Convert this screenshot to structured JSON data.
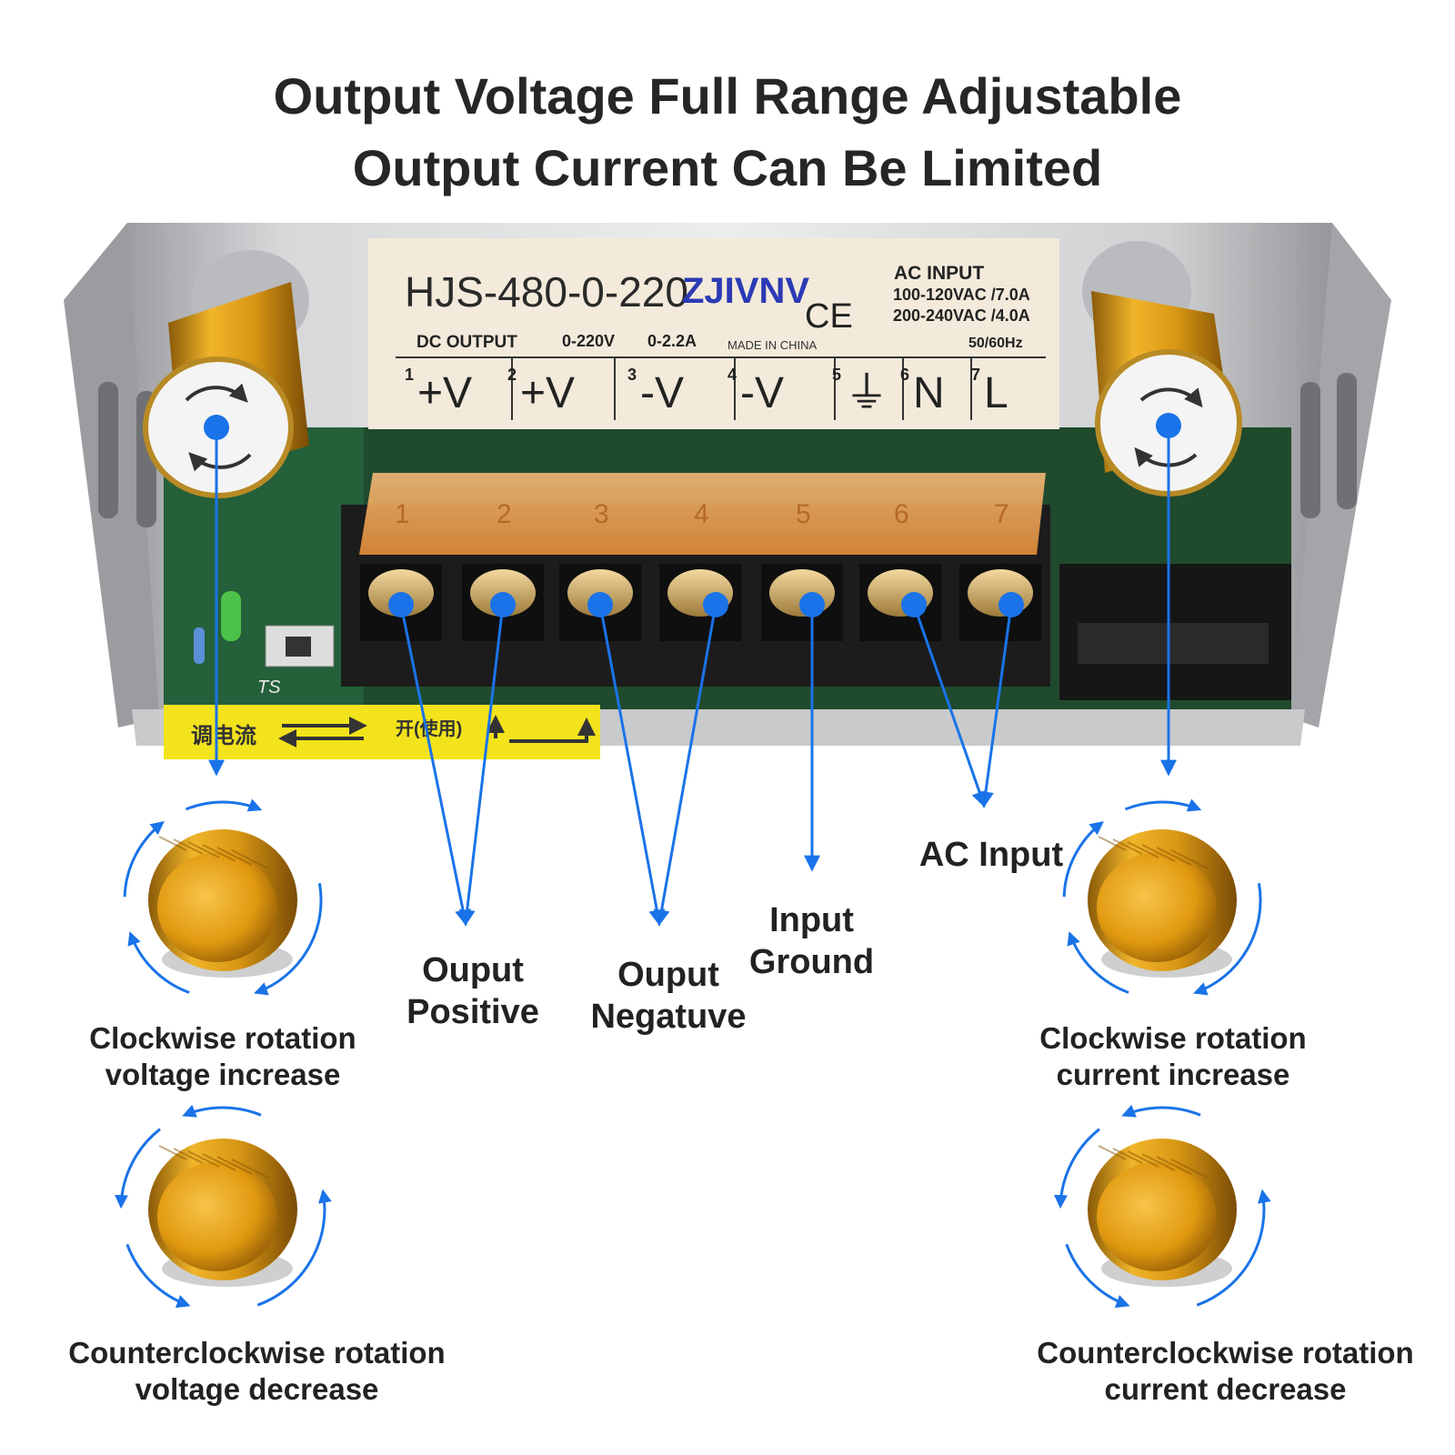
{
  "title": {
    "line1": "Output Voltage Full Range Adjustable",
    "line2": "Output Current Can Be Limited"
  },
  "label_panel": {
    "model": "HJS-480-0-220",
    "brand": "ZJIVNV",
    "ce_mark": "CE",
    "ac_input_title": "AC INPUT",
    "ac_input_line1": "100-120VAC /7.0A",
    "ac_input_line2": "200-240VAC /4.0A",
    "frequency": "50/60Hz",
    "dc_output_title": "DC OUTPUT",
    "dc_output_voltage": "0-220V",
    "dc_output_current": "0-2.2A",
    "made_in": "MADE IN CHINA",
    "terminals": [
      {
        "num": "1",
        "sym": "+V"
      },
      {
        "num": "2",
        "sym": "+V"
      },
      {
        "num": "3",
        "sym": "-V"
      },
      {
        "num": "4",
        "sym": "-V"
      },
      {
        "num": "5",
        "sym": "⏚"
      },
      {
        "num": "6",
        "sym": "N"
      },
      {
        "num": "7",
        "sym": "L"
      }
    ]
  },
  "cover_numbers": [
    "1",
    "2",
    "3",
    "4",
    "5",
    "6",
    "7"
  ],
  "pcb_label": "TS",
  "yellow_sticker": {
    "left_text": "调电流",
    "right_text": "开(使用)"
  },
  "callouts": {
    "output_positive": [
      "Ouput",
      "Positive"
    ],
    "output_negative": [
      "Ouput",
      "Negatuve"
    ],
    "input_ground": [
      "Input",
      "Ground"
    ],
    "ac_input": "AC Input"
  },
  "knob_captions": {
    "voltage_cw": [
      "Clockwise rotation",
      "voltage increase"
    ],
    "voltage_ccw": [
      "Counterclockwise rotation",
      "voltage decrease"
    ],
    "current_cw": [
      "Clockwise rotation",
      "current increase"
    ],
    "current_ccw": [
      "Counterclockwise rotation",
      "current decrease"
    ]
  },
  "colors": {
    "accent_blue": "#1a73e8",
    "knob_gold": "#e4a017",
    "terminal_cover": "#f0a85c",
    "sticker_yellow": "#f3e31c"
  }
}
